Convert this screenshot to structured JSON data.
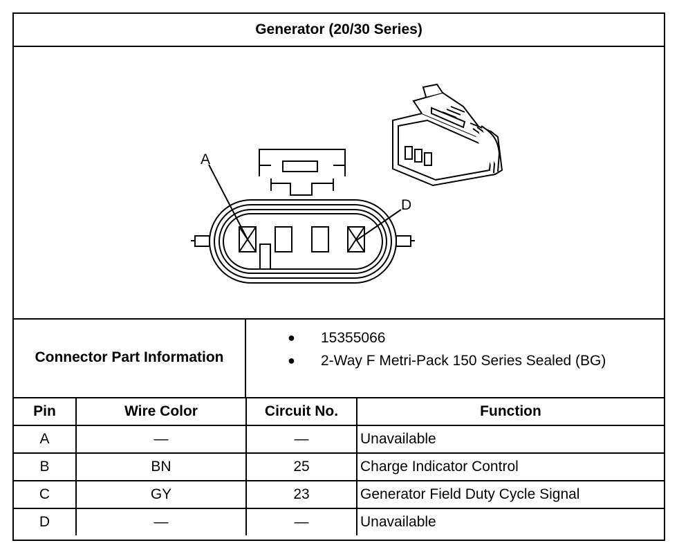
{
  "title": "Generator (20/30 Series)",
  "diagram": {
    "callout_a": "A",
    "callout_d": "D"
  },
  "connector_info": {
    "label": "Connector Part Information",
    "items": [
      "15355066",
      "2-Way F Metri-Pack 150 Series Sealed (BG)"
    ]
  },
  "pin_table": {
    "headers": [
      "Pin",
      "Wire Color",
      "Circuit No.",
      "Function"
    ],
    "rows": [
      {
        "pin": "A",
        "wire_color": "—",
        "circuit": "—",
        "function": "Unavailable"
      },
      {
        "pin": "B",
        "wire_color": "BN",
        "circuit": "25",
        "function": "Charge Indicator Control"
      },
      {
        "pin": "C",
        "wire_color": "GY",
        "circuit": "23",
        "function": "Generator Field Duty Cycle Signal"
      },
      {
        "pin": "D",
        "wire_color": "—",
        "circuit": "—",
        "function": "Unavailable"
      }
    ]
  }
}
